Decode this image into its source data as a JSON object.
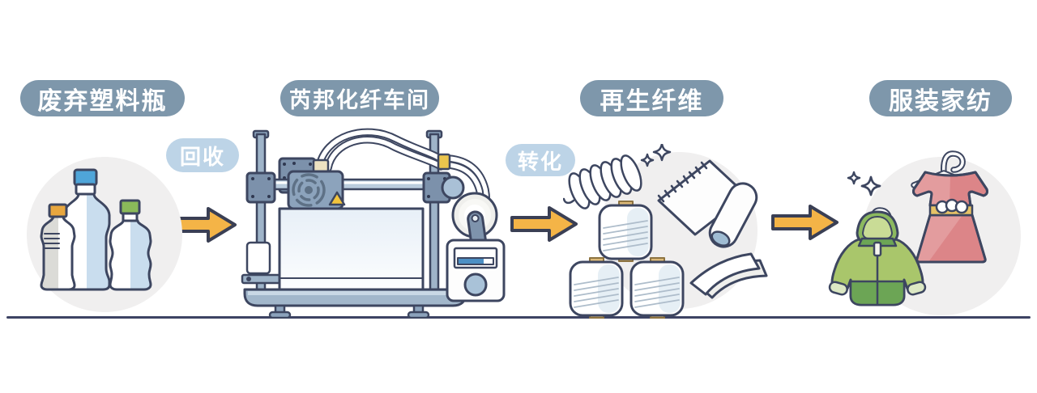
{
  "diagram": {
    "type": "process-flow",
    "direction": "left-to-right",
    "stages": [
      {
        "label": "废弃塑料瓶",
        "icon": "waste-plastic-bottles-icon"
      },
      {
        "label": "芮邦化纤车间",
        "icon": "fiber-production-machine-icon"
      },
      {
        "label": "再生纤维",
        "icon": "yarn-spools-and-fabric-icon"
      },
      {
        "label": "服装家纺",
        "icon": "jacket-and-dress-icon"
      }
    ],
    "connectors": [
      {
        "label": "回收",
        "icon": "right-arrow-icon"
      },
      {
        "label": "转化",
        "icon": "right-arrow-icon"
      },
      {
        "label": "",
        "icon": "right-arrow-icon"
      }
    ]
  },
  "colors": {
    "stage_pill_bg": "#7E97AB",
    "stage_pill_text": "#FFFFFF",
    "connector_pill_bg": "#BDD4E7",
    "connector_pill_text": "#FFFFFF",
    "arrow_fill": "#F4B447",
    "arrow_outline": "#3A3F54",
    "illustration_outline": "#3D4660",
    "stage_circle_bg": "#F0EFEF",
    "ground_line": "#3D4363",
    "background": "#FFFFFF"
  }
}
